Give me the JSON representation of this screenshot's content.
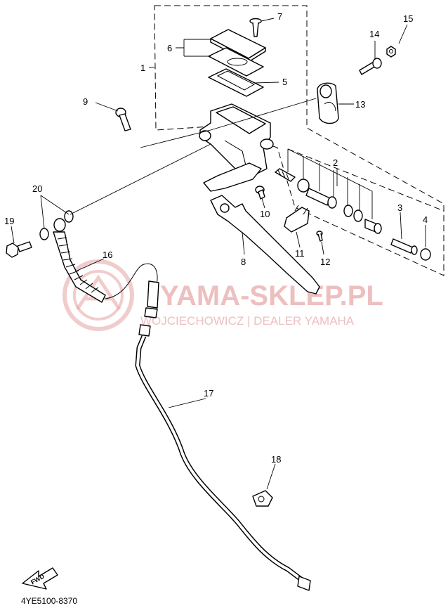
{
  "diagram": {
    "catalog_code": "4YE5100-8370",
    "fwd_label": "FWD",
    "callouts": [
      "1",
      "2",
      "3",
      "4",
      "5",
      "6",
      "7",
      "8",
      "9",
      "10",
      "11",
      "12",
      "13",
      "14",
      "15",
      "16",
      "17",
      "18",
      "19",
      "20"
    ]
  },
  "watermark": {
    "title": "YAMA-SKLEP.PL",
    "subtitle": "WOJCIECHOWICZ | DEALER YAMAHA",
    "color": "#e8aaaa"
  }
}
